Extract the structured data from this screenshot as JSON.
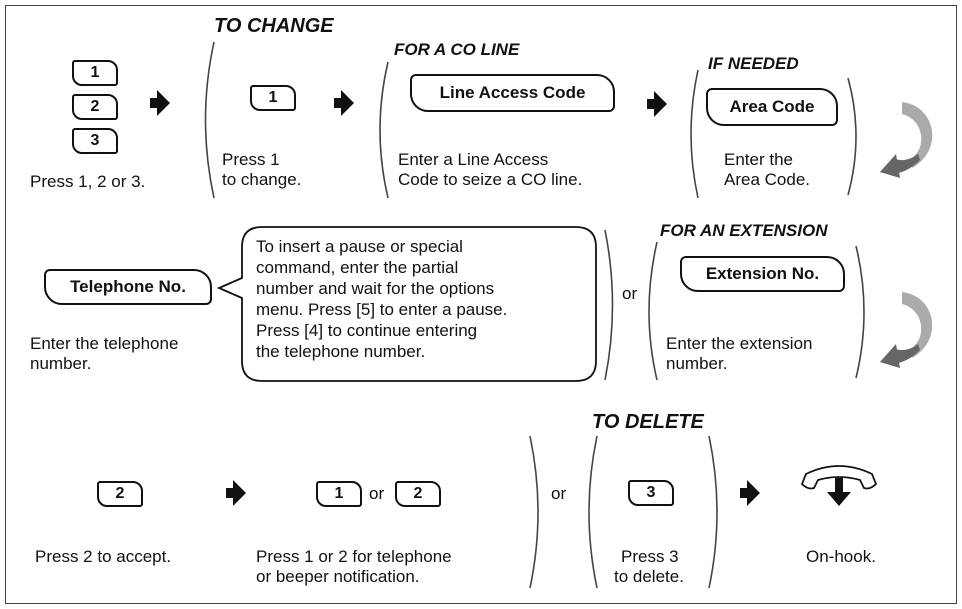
{
  "row1": {
    "keys": [
      "1",
      "2",
      "3"
    ],
    "select_caption": "Press 1, 2 or 3.",
    "to_change_header": "TO CHANGE",
    "change_key": "1",
    "change_caption": [
      "Press 1",
      "to change."
    ],
    "co_line_header": "FOR A CO LINE",
    "line_access_label": "Line Access Code",
    "line_access_caption": [
      "Enter a Line Access",
      "Code to seize a CO line."
    ],
    "if_needed_header": "IF NEEDED",
    "area_code_label": "Area Code",
    "area_code_caption": [
      "Enter the",
      "Area Code."
    ]
  },
  "row2": {
    "telephone_label": "Telephone No.",
    "telephone_caption": [
      "Enter the telephone",
      "number."
    ],
    "pause_note": [
      "To insert a pause or special",
      "command, enter the partial",
      "number and wait for the options",
      "menu. Press [5] to enter a pause.",
      "Press [4] to continue entering",
      "the telephone number."
    ],
    "or_label": "or",
    "extension_header": "FOR AN EXTENSION",
    "extension_label": "Extension No.",
    "extension_caption": [
      "Enter the extension",
      "number."
    ]
  },
  "row3": {
    "accept_key": "2",
    "accept_caption": "Press 2 to accept.",
    "notify_key_1": "1",
    "notify_or": "or",
    "notify_key_2": "2",
    "notify_caption": [
      "Press 1 or 2 for telephone",
      "or beeper notification."
    ],
    "or_label": "or",
    "to_delete_header": "TO DELETE",
    "delete_key": "3",
    "delete_caption": [
      "Press 3",
      "to delete."
    ],
    "onhook_caption": "On-hook."
  },
  "icons": [
    "right-arrow-icon",
    "curved-return-arrow-icon",
    "handset-on-hook-icon"
  ]
}
